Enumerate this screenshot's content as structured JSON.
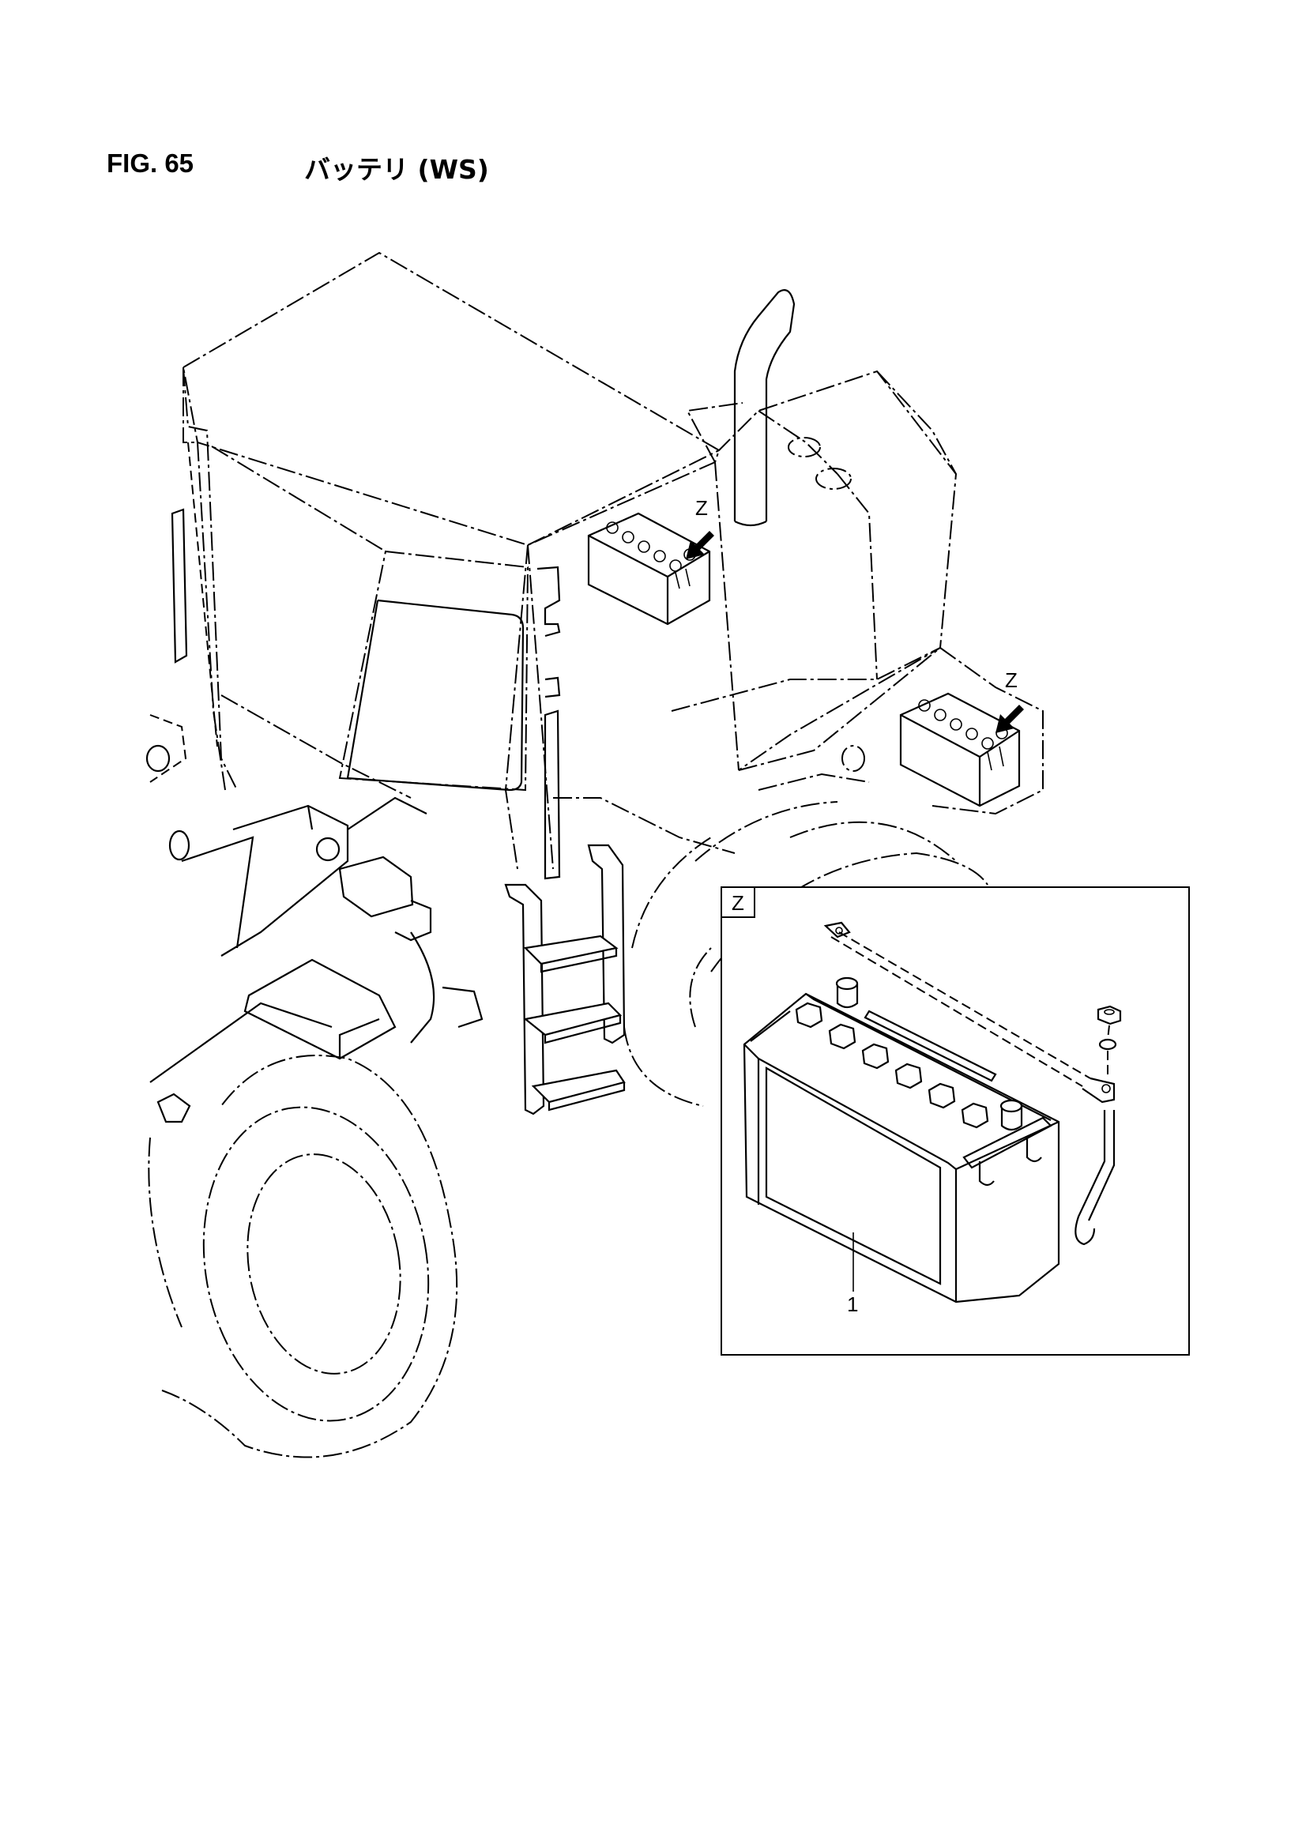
{
  "figure": {
    "number": "FIG. 65",
    "title": "バッテリ (WS)"
  },
  "view_callouts": [
    "Z",
    "Z"
  ],
  "detail": {
    "label": "Z",
    "part_number": "1"
  }
}
